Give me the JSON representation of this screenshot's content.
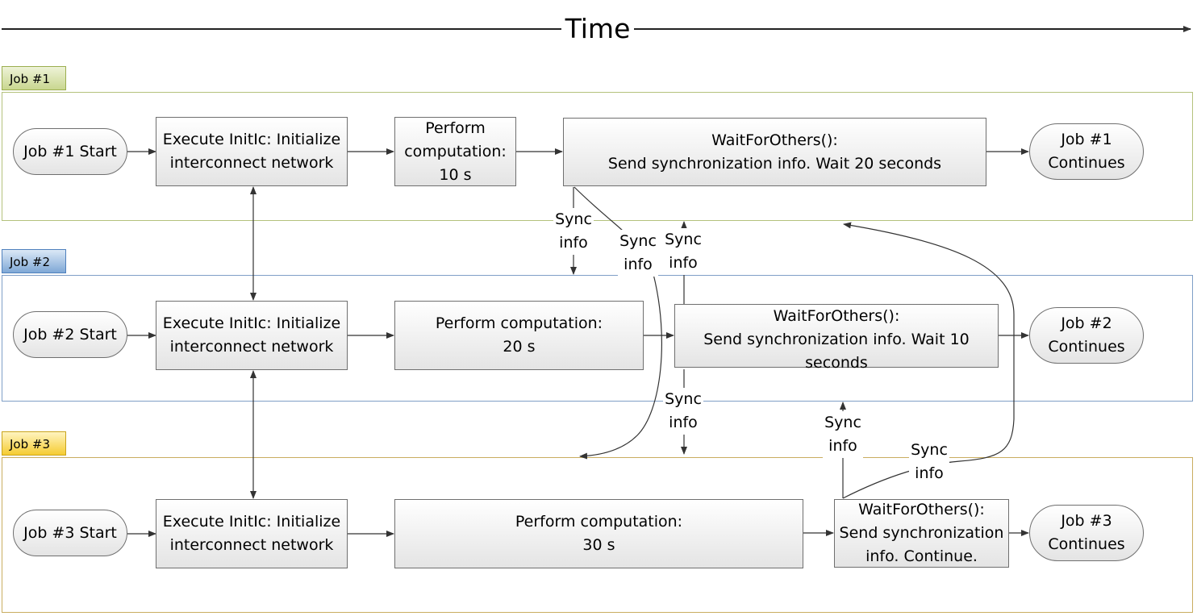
{
  "timeline": {
    "label": "Time"
  },
  "lanes": [
    {
      "tab": "Job #1",
      "start": "Job #1 Start",
      "init": "Execute InitIc: Initialize\ninterconnect network",
      "compute": "Perform\ncomputation:\n10 s",
      "wait": "WaitForOthers():\nSend synchronization info. Wait 20 seconds",
      "end": "Job #1\nContinues"
    },
    {
      "tab": "Job #2",
      "start": "Job #2 Start",
      "init": "Execute InitIc: Initialize\ninterconnect network",
      "compute": "Perform computation:\n20 s",
      "wait": "WaitForOthers():\nSend synchronization info. Wait 10\nseconds",
      "end": "Job #2\nContinues"
    },
    {
      "tab": "Job #3",
      "start": "Job #3 Start",
      "init": "Execute InitIc: Initialize\ninterconnect network",
      "compute": "Perform computation:\n30 s",
      "wait": "WaitForOthers():\nSend synchronization\ninfo. Continue.",
      "end": "Job #3\nContinues"
    }
  ],
  "sync_label": "Sync\ninfo"
}
